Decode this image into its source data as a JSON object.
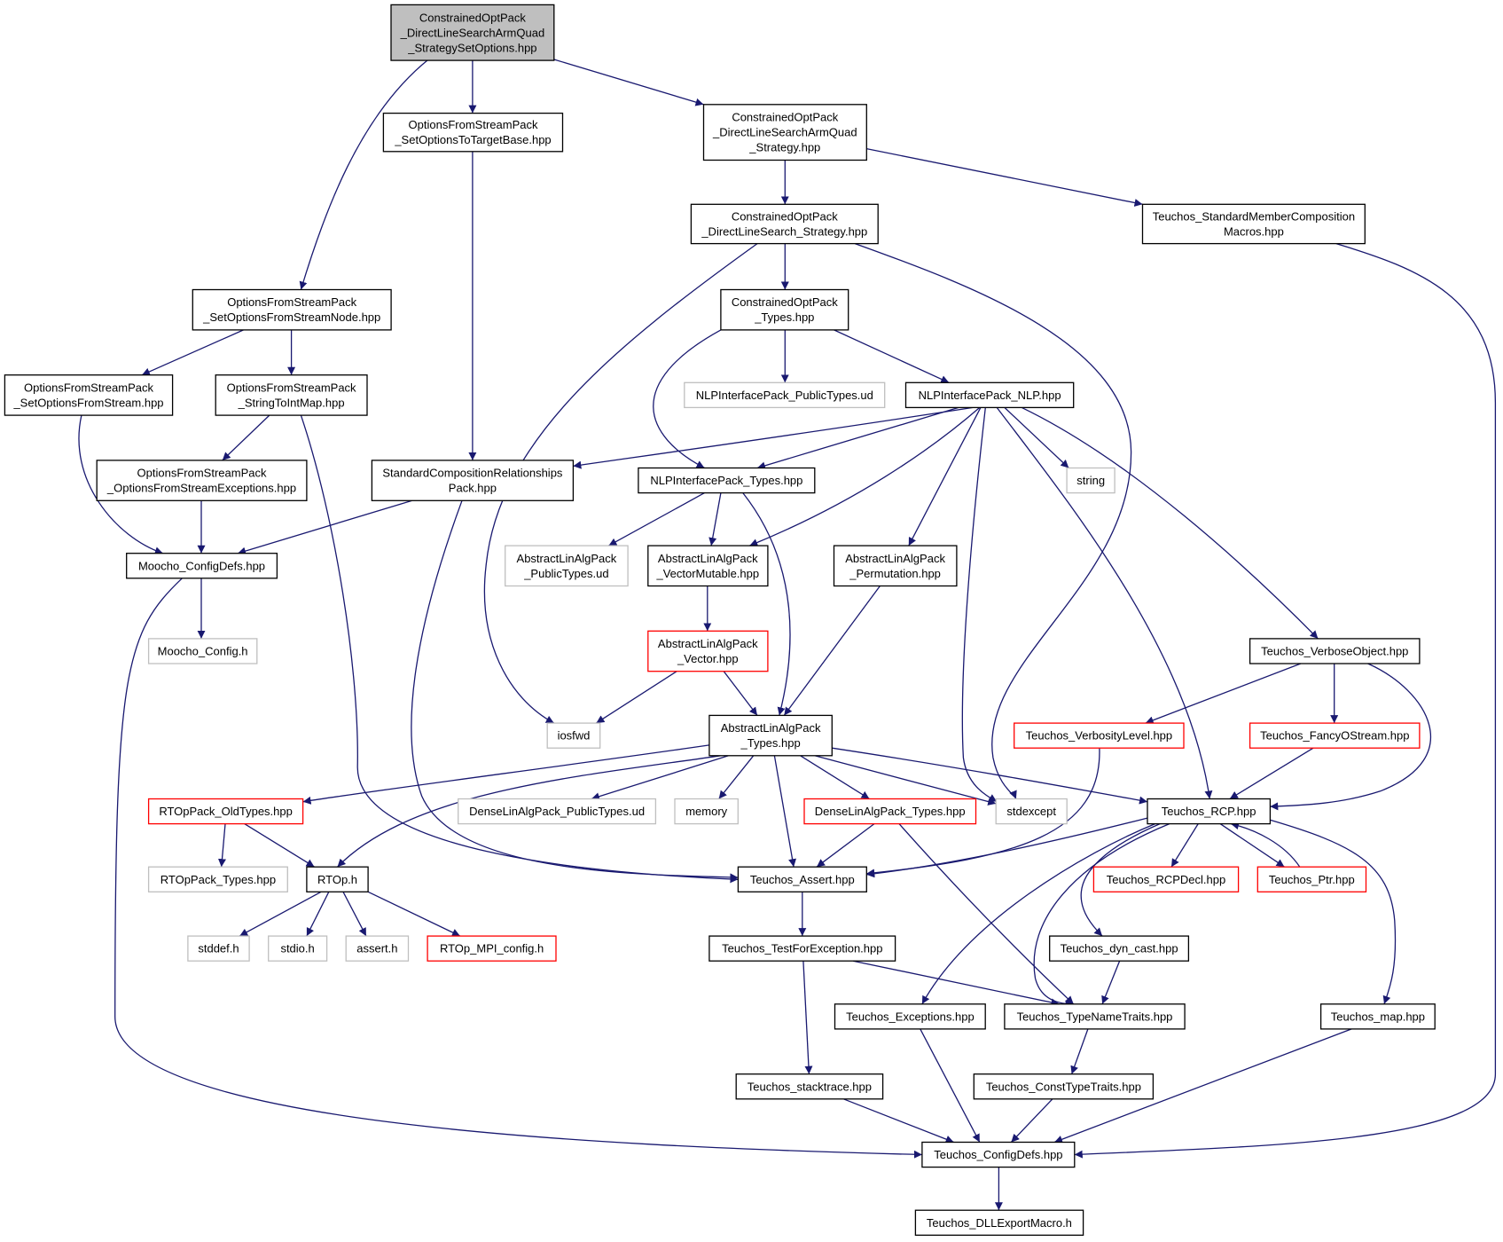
{
  "colors": {
    "edge": "#191970",
    "border_normal": "#000000",
    "border_external": "#bfbfbf",
    "border_truncated": "#ff0000",
    "fill_root": "#bfbfbf",
    "fill_normal": "#ffffff"
  },
  "nodes": [
    {
      "id": "root",
      "lines": [
        "ConstrainedOptPack",
        "_DirectLineSearchArmQuad",
        "_StrategySetOptions.hpp"
      ],
      "kind": "root"
    },
    {
      "id": "ofs_target",
      "lines": [
        "OptionsFromStreamPack",
        "_SetOptionsToTargetBase.hpp"
      ],
      "kind": "normal"
    },
    {
      "id": "armquad",
      "lines": [
        "ConstrainedOptPack",
        "_DirectLineSearchArmQuad",
        "_Strategy.hpp"
      ],
      "kind": "normal"
    },
    {
      "id": "dls",
      "lines": [
        "ConstrainedOptPack",
        "_DirectLineSearch_Strategy.hpp"
      ],
      "kind": "normal"
    },
    {
      "id": "tsmc",
      "lines": [
        "Teuchos_StandardMemberComposition",
        "Macros.hpp"
      ],
      "kind": "normal"
    },
    {
      "id": "ofs_node",
      "lines": [
        "OptionsFromStreamPack",
        "_SetOptionsFromStreamNode.hpp"
      ],
      "kind": "normal"
    },
    {
      "id": "cop_types",
      "lines": [
        "ConstrainedOptPack",
        "_Types.hpp"
      ],
      "kind": "normal"
    },
    {
      "id": "ofs_set",
      "lines": [
        "OptionsFromStreamPack",
        "_SetOptionsFromStream.hpp"
      ],
      "kind": "normal"
    },
    {
      "id": "ofs_s2i",
      "lines": [
        "OptionsFromStreamPack",
        "_StringToIntMap.hpp"
      ],
      "kind": "normal"
    },
    {
      "id": "nlp_pub",
      "lines": [
        "NLPInterfacePack_PublicTypes.ud"
      ],
      "kind": "external"
    },
    {
      "id": "nlp",
      "lines": [
        "NLPInterfacePack_NLP.hpp"
      ],
      "kind": "normal"
    },
    {
      "id": "ofs_exc",
      "lines": [
        "OptionsFromStreamPack",
        "_OptionsFromStreamExceptions.hpp"
      ],
      "kind": "normal"
    },
    {
      "id": "scr",
      "lines": [
        "StandardCompositionRelationships",
        "Pack.hpp"
      ],
      "kind": "normal"
    },
    {
      "id": "nlp_types",
      "lines": [
        "NLPInterfacePack_Types.hpp"
      ],
      "kind": "normal"
    },
    {
      "id": "string",
      "lines": [
        "string"
      ],
      "kind": "external"
    },
    {
      "id": "moocho_cfg",
      "lines": [
        "Moocho_ConfigDefs.hpp"
      ],
      "kind": "normal"
    },
    {
      "id": "ala_pub",
      "lines": [
        "AbstractLinAlgPack",
        "_PublicTypes.ud"
      ],
      "kind": "external"
    },
    {
      "id": "ala_vm",
      "lines": [
        "AbstractLinAlgPack",
        "_VectorMutable.hpp"
      ],
      "kind": "normal"
    },
    {
      "id": "ala_perm",
      "lines": [
        "AbstractLinAlgPack",
        "_Permutation.hpp"
      ],
      "kind": "normal"
    },
    {
      "id": "moocho_config_h",
      "lines": [
        "Moocho_Config.h"
      ],
      "kind": "external"
    },
    {
      "id": "ala_vec",
      "lines": [
        "AbstractLinAlgPack",
        "_Vector.hpp"
      ],
      "kind": "truncated"
    },
    {
      "id": "verbose",
      "lines": [
        "Teuchos_VerboseObject.hpp"
      ],
      "kind": "normal"
    },
    {
      "id": "iosfwd",
      "lines": [
        "iosfwd"
      ],
      "kind": "external"
    },
    {
      "id": "ala_types",
      "lines": [
        "AbstractLinAlgPack",
        "_Types.hpp"
      ],
      "kind": "normal"
    },
    {
      "id": "verb_level",
      "lines": [
        "Teuchos_VerbosityLevel.hpp"
      ],
      "kind": "truncated"
    },
    {
      "id": "fancy",
      "lines": [
        "Teuchos_FancyOStream.hpp"
      ],
      "kind": "truncated"
    },
    {
      "id": "rtop_old",
      "lines": [
        "RTOpPack_OldTypes.hpp"
      ],
      "kind": "truncated"
    },
    {
      "id": "dense_pub",
      "lines": [
        "DenseLinAlgPack_PublicTypes.ud"
      ],
      "kind": "external"
    },
    {
      "id": "memory",
      "lines": [
        "memory"
      ],
      "kind": "external"
    },
    {
      "id": "dense_types",
      "lines": [
        "DenseLinAlgPack_Types.hpp"
      ],
      "kind": "truncated"
    },
    {
      "id": "stdexcept",
      "lines": [
        "stdexcept"
      ],
      "kind": "external"
    },
    {
      "id": "rcp",
      "lines": [
        "Teuchos_RCP.hpp"
      ],
      "kind": "normal"
    },
    {
      "id": "rtop_types",
      "lines": [
        "RTOpPack_Types.hpp"
      ],
      "kind": "external"
    },
    {
      "id": "rtop_h",
      "lines": [
        "RTOp.h"
      ],
      "kind": "normal"
    },
    {
      "id": "assert",
      "lines": [
        "Teuchos_Assert.hpp"
      ],
      "kind": "normal"
    },
    {
      "id": "rcpdecl",
      "lines": [
        "Teuchos_RCPDecl.hpp"
      ],
      "kind": "truncated"
    },
    {
      "id": "ptr",
      "lines": [
        "Teuchos_Ptr.hpp"
      ],
      "kind": "truncated"
    },
    {
      "id": "stddef",
      "lines": [
        "stddef.h"
      ],
      "kind": "external"
    },
    {
      "id": "stdio",
      "lines": [
        "stdio.h"
      ],
      "kind": "external"
    },
    {
      "id": "assert_h",
      "lines": [
        "assert.h"
      ],
      "kind": "external"
    },
    {
      "id": "mpi",
      "lines": [
        "RTOp_MPI_config.h"
      ],
      "kind": "truncated"
    },
    {
      "id": "tfe",
      "lines": [
        "Teuchos_TestForException.hpp"
      ],
      "kind": "normal"
    },
    {
      "id": "dyncast",
      "lines": [
        "Teuchos_dyn_cast.hpp"
      ],
      "kind": "normal"
    },
    {
      "id": "exceptions",
      "lines": [
        "Teuchos_Exceptions.hpp"
      ],
      "kind": "normal"
    },
    {
      "id": "tnt",
      "lines": [
        "Teuchos_TypeNameTraits.hpp"
      ],
      "kind": "normal"
    },
    {
      "id": "map",
      "lines": [
        "Teuchos_map.hpp"
      ],
      "kind": "normal"
    },
    {
      "id": "stacktrace",
      "lines": [
        "Teuchos_stacktrace.hpp"
      ],
      "kind": "normal"
    },
    {
      "id": "ctt",
      "lines": [
        "Teuchos_ConstTypeTraits.hpp"
      ],
      "kind": "normal"
    },
    {
      "id": "teuchos_cfg",
      "lines": [
        "Teuchos_ConfigDefs.hpp"
      ],
      "kind": "normal"
    },
    {
      "id": "dll",
      "lines": [
        "Teuchos_DLLExportMacro.h"
      ],
      "kind": "normal"
    }
  ],
  "edges": [
    [
      "root",
      "ofs_node"
    ],
    [
      "root",
      "ofs_target"
    ],
    [
      "root",
      "armquad"
    ],
    [
      "ofs_target",
      "scr"
    ],
    [
      "armquad",
      "dls"
    ],
    [
      "armquad",
      "tsmc"
    ],
    [
      "dls",
      "cop_types"
    ],
    [
      "dls",
      "iosfwd"
    ],
    [
      "dls",
      "stdexcept"
    ],
    [
      "tsmc",
      "teuchos_cfg"
    ],
    [
      "ofs_node",
      "ofs_set"
    ],
    [
      "ofs_node",
      "ofs_s2i"
    ],
    [
      "cop_types",
      "nlp_pub"
    ],
    [
      "cop_types",
      "nlp"
    ],
    [
      "cop_types",
      "nlp_types"
    ],
    [
      "ofs_set",
      "moocho_cfg"
    ],
    [
      "ofs_s2i",
      "ofs_exc"
    ],
    [
      "ofs_s2i",
      "assert"
    ],
    [
      "nlp",
      "scr"
    ],
    [
      "nlp",
      "nlp_types"
    ],
    [
      "nlp",
      "ala_vm"
    ],
    [
      "nlp",
      "ala_perm"
    ],
    [
      "nlp",
      "string"
    ],
    [
      "nlp",
      "stdexcept"
    ],
    [
      "nlp",
      "rcp"
    ],
    [
      "nlp",
      "verbose"
    ],
    [
      "ofs_exc",
      "moocho_cfg"
    ],
    [
      "scr",
      "moocho_cfg"
    ],
    [
      "scr",
      "assert"
    ],
    [
      "nlp_types",
      "ala_pub"
    ],
    [
      "nlp_types",
      "ala_vm"
    ],
    [
      "nlp_types",
      "ala_types"
    ],
    [
      "moocho_cfg",
      "moocho_config_h"
    ],
    [
      "moocho_cfg",
      "teuchos_cfg"
    ],
    [
      "ala_vm",
      "ala_vec"
    ],
    [
      "ala_perm",
      "ala_types"
    ],
    [
      "ala_vec",
      "iosfwd"
    ],
    [
      "ala_vec",
      "ala_types"
    ],
    [
      "verbose",
      "verb_level"
    ],
    [
      "verbose",
      "fancy"
    ],
    [
      "verbose",
      "rcp"
    ],
    [
      "ala_types",
      "rtop_old"
    ],
    [
      "ala_types",
      "dense_pub"
    ],
    [
      "ala_types",
      "memory"
    ],
    [
      "ala_types",
      "dense_types"
    ],
    [
      "ala_types",
      "stdexcept"
    ],
    [
      "ala_types",
      "rcp"
    ],
    [
      "ala_types",
      "rtop_h"
    ],
    [
      "ala_types",
      "assert"
    ],
    [
      "verb_level",
      "assert"
    ],
    [
      "fancy",
      "rcp"
    ],
    [
      "rtop_old",
      "rtop_types"
    ],
    [
      "rtop_old",
      "rtop_h"
    ],
    [
      "dense_types",
      "assert"
    ],
    [
      "dense_types",
      "tnt"
    ],
    [
      "rcp",
      "assert"
    ],
    [
      "rcp",
      "rcpdecl"
    ],
    [
      "rcp",
      "ptr"
    ],
    [
      "rcp",
      "dyncast"
    ],
    [
      "rcp",
      "exceptions"
    ],
    [
      "rcp",
      "tnt"
    ],
    [
      "rcp",
      "map"
    ],
    [
      "ptr",
      "rcp"
    ],
    [
      "rtop_h",
      "stddef"
    ],
    [
      "rtop_h",
      "stdio"
    ],
    [
      "rtop_h",
      "assert_h"
    ],
    [
      "rtop_h",
      "mpi"
    ],
    [
      "assert",
      "tfe"
    ],
    [
      "tfe",
      "stacktrace"
    ],
    [
      "tfe",
      "tnt"
    ],
    [
      "dyncast",
      "tnt"
    ],
    [
      "exceptions",
      "teuchos_cfg"
    ],
    [
      "tnt",
      "ctt"
    ],
    [
      "map",
      "teuchos_cfg"
    ],
    [
      "stacktrace",
      "teuchos_cfg"
    ],
    [
      "ctt",
      "teuchos_cfg"
    ],
    [
      "teuchos_cfg",
      "dll"
    ]
  ]
}
